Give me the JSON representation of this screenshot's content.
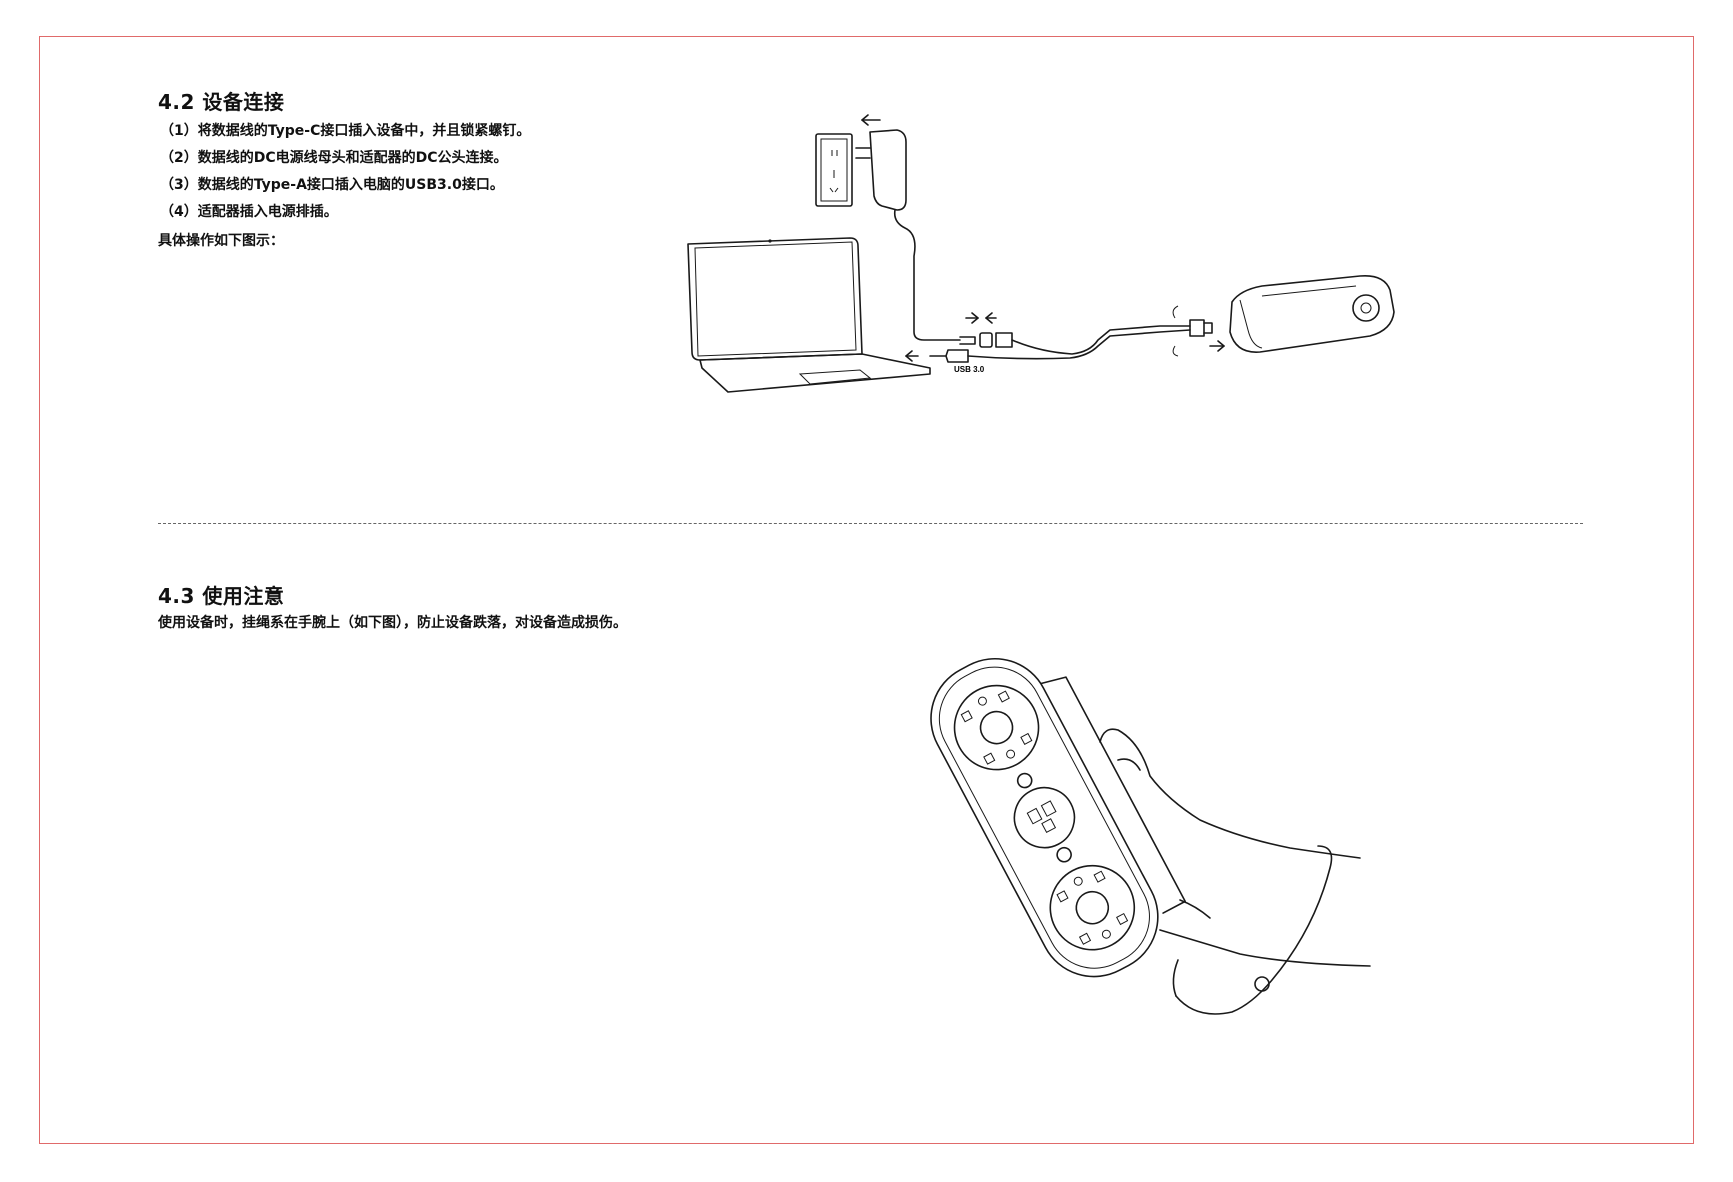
{
  "sec42": {
    "title": "4.2 设备连接",
    "steps": [
      "（1）将数据线的Type-C接口插入设备中，并且锁紧螺钉。",
      "（2）数据线的DC电源线母头和适配器的DC公头连接。",
      "（3）数据线的Type-A接口插入电脑的USB3.0接口。",
      "（4）适配器插入电源排插。"
    ],
    "note": "具体操作如下图示：",
    "figure_label": "USB 3.0"
  },
  "sec43": {
    "title": "4.3 使用注意",
    "text": "使用设备时，挂绳系在手腕上（如下图），防止设备跌落，对设备造成损伤。"
  }
}
